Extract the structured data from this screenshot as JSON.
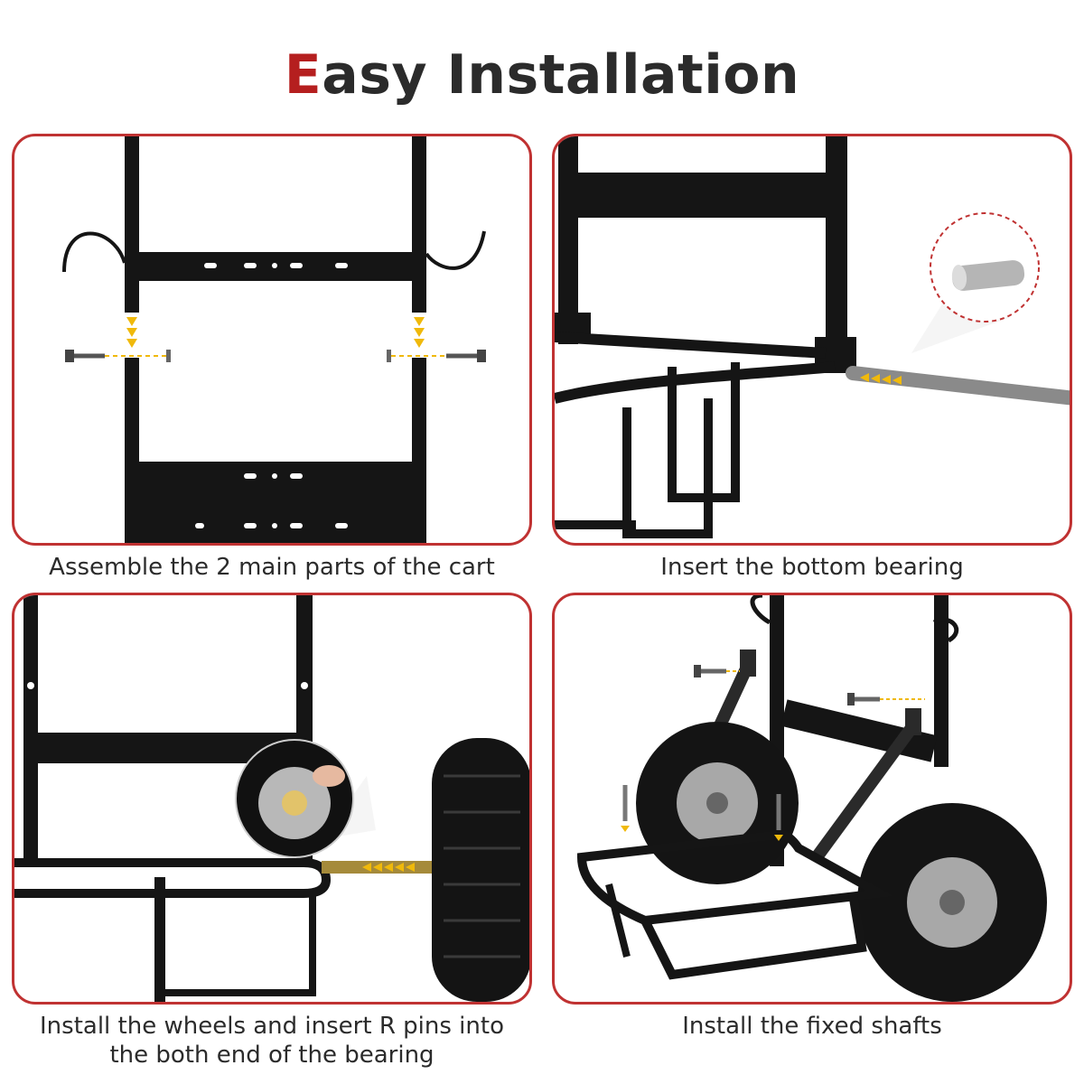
{
  "header": {
    "title_first_letter": "E",
    "title_rest": "asy Installation",
    "accent_color": "#b51f1f"
  },
  "steps": [
    {
      "caption": "Assemble the 2 main parts of the cart"
    },
    {
      "caption": "Insert the bottom bearing"
    },
    {
      "caption_line1": "Install the wheels and insert R pins into",
      "caption_line2": "the both end of the bearing"
    },
    {
      "caption": "Install the fixed shafts"
    }
  ],
  "colors": {
    "panel_border": "#c03232",
    "frame": "#151515",
    "arrow": "#f0b90b",
    "metal": "#9a9a9a"
  }
}
